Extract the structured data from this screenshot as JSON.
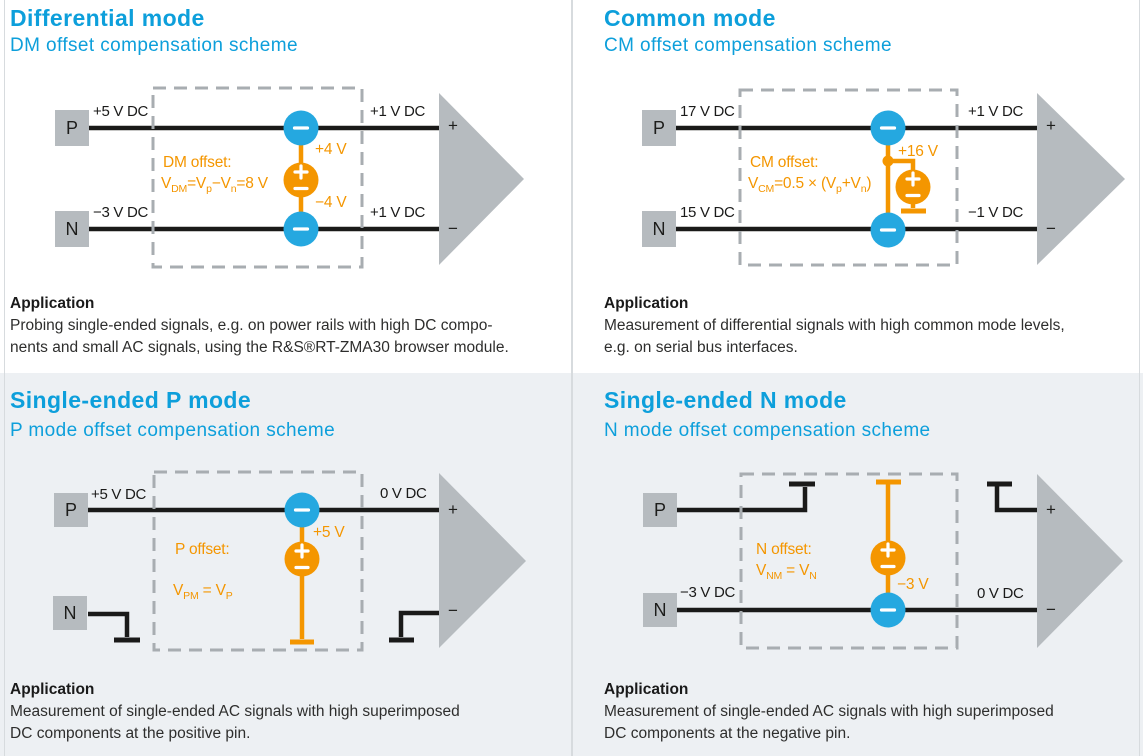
{
  "colors": {
    "accent_blue": "#0d9fdb",
    "node_blue": "#25a8e0",
    "offset_orange": "#f49600",
    "shape_gray": "#b6bbbf",
    "dashed_gray": "#a8adb1",
    "wire_black": "#1a1a19",
    "lower_background": "#edf0f3"
  },
  "quadrants": [
    {
      "title": "Differential mode",
      "subtitle": "DM offset compensation scheme",
      "diagram": {
        "pin_p": "P",
        "pin_n": "N",
        "p_in": "+5 V DC",
        "p_out": "+1 V DC",
        "n_in": "−3 V DC",
        "n_out": "+1 V DC",
        "src_top": "+4 V",
        "src_bottom": "−4 V",
        "offset_title": "DM offset:",
        "formula": [
          {
            "t": "V"
          },
          {
            "sub": "DM"
          },
          {
            "t": "=V"
          },
          {
            "sub": "p"
          },
          {
            "t": "−V"
          },
          {
            "sub": "n"
          },
          {
            "t": "=8 V"
          }
        ],
        "amp_plus": "+",
        "amp_minus": "−"
      },
      "application": {
        "heading": "Application",
        "lines": [
          "Probing single-ended signals, e.g. on power rails with high DC compo-",
          "nents and small AC signals, using the R&S®RT-ZMA30 browser module."
        ]
      }
    },
    {
      "title": "Common mode",
      "subtitle": "CM offset compensation scheme",
      "diagram": {
        "pin_p": "P",
        "pin_n": "N",
        "p_in": "17 V DC",
        "p_out": "+1 V DC",
        "n_in": "15 V DC",
        "n_out": "−1 V DC",
        "src_top": "+16 V",
        "offset_title": "CM offset:",
        "formula": [
          {
            "t": "V"
          },
          {
            "sub": "CM"
          },
          {
            "t": "=0.5 × (V"
          },
          {
            "sub": "p"
          },
          {
            "t": "+V"
          },
          {
            "sub": "n"
          },
          {
            "t": ")"
          }
        ],
        "amp_plus": "+",
        "amp_minus": "−"
      },
      "application": {
        "heading": "Application",
        "lines": [
          "Measurement of differential signals with high common mode levels,",
          "e.g. on serial bus interfaces."
        ]
      }
    },
    {
      "title": "Single-ended P mode",
      "subtitle": "P mode offset compensation scheme",
      "diagram": {
        "pin_p": "P",
        "pin_n": "N",
        "p_in": "+5 V DC",
        "p_out": "0 V DC",
        "src_top": "+5 V",
        "offset_title": "P offset:",
        "formula": [
          {
            "t": "V"
          },
          {
            "sub": "PM"
          },
          {
            "t": " = V"
          },
          {
            "sub": "P"
          }
        ],
        "amp_plus": "+",
        "amp_minus": "−"
      },
      "application": {
        "heading": "Application",
        "lines": [
          "Measurement of single-ended AC signals with high superimposed",
          "DC components at the positive pin."
        ]
      }
    },
    {
      "title": "Single-ended N mode",
      "subtitle": "N mode offset compensation scheme",
      "diagram": {
        "pin_p": "P",
        "pin_n": "N",
        "n_in": "−3 V DC",
        "n_out": "0 V DC",
        "src_bottom": "−3 V",
        "offset_title": "N offset:",
        "formula": [
          {
            "t": "V"
          },
          {
            "sub": "NM"
          },
          {
            "t": " = V"
          },
          {
            "sub": "N"
          }
        ],
        "amp_plus": "+",
        "amp_minus": "−"
      },
      "application": {
        "heading": "Application",
        "lines": [
          "Measurement of single-ended AC signals with high superimposed",
          "DC components at the negative pin."
        ]
      }
    }
  ]
}
